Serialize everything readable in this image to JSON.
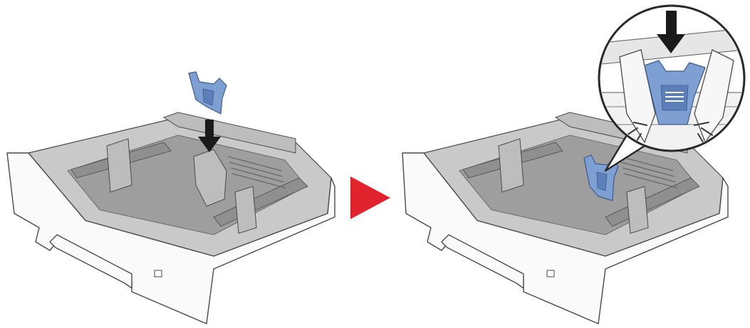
{
  "illustration": {
    "step_before": {
      "object": "paper-tray",
      "part": "length-guide",
      "action": "press-down"
    },
    "step_after": {
      "object": "paper-tray",
      "part": "length-guide",
      "state": "locked"
    }
  },
  "colors": {
    "background": "#ffffff",
    "tray_body": "#fafafa",
    "tray_outline": "#4a4a4a",
    "tray_interior": "#c9c9c9",
    "tray_interior_dark": "#9e9e9e",
    "guide_blue": "#7e9fd1",
    "guide_blue_dark": "#4e6fa8",
    "arrow_black": "#1a1a1a",
    "step_arrow_red": "#e1232d"
  },
  "icons": [
    "arrow-down-icon",
    "step-arrow-icon",
    "magnifier-callout"
  ]
}
